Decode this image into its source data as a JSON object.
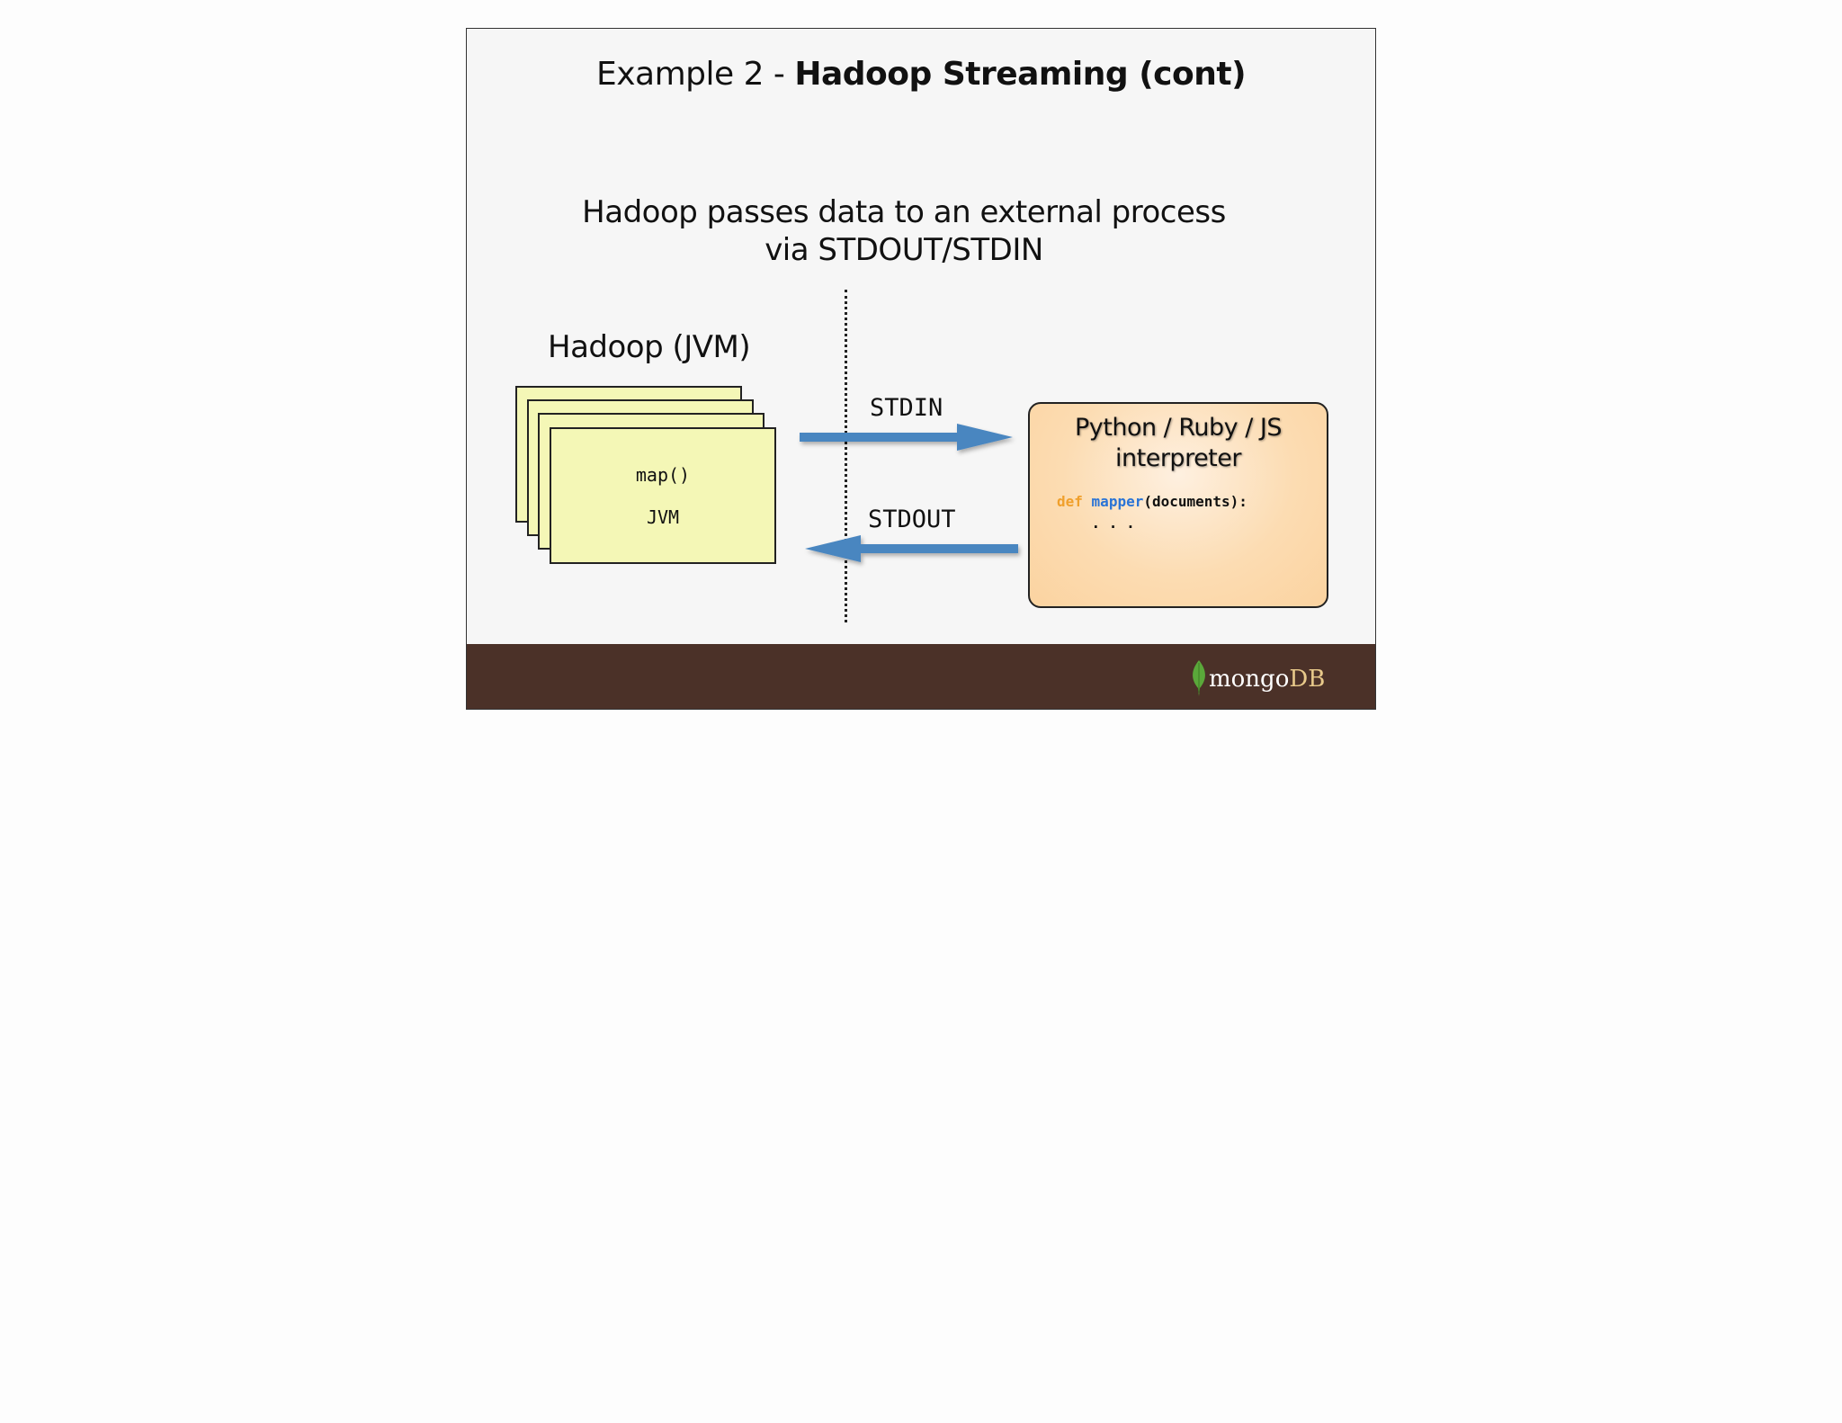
{
  "slide": {
    "title_prefix": "Example 2 - ",
    "title_bold": "Hadoop Streaming (cont)",
    "subtitle_line1": "Hadoop passes data to an external process",
    "subtitle_line2": "via STDOUT/STDIN"
  },
  "hadoop": {
    "label": "Hadoop (JVM)",
    "card_map": "map()",
    "card_jvm": "JVM",
    "card_color": "#f4f7b6"
  },
  "arrows": {
    "stdin_label": "STDIN",
    "stdout_label": "STDOUT",
    "color": "#4a86c0"
  },
  "interpreter": {
    "title_line1": "Python / Ruby / JS",
    "title_line2": "interpreter",
    "code_def": "def",
    "code_fn": "mapper",
    "code_args": "(documents):",
    "code_line2": "    . . .",
    "color": "#fcdcb2"
  },
  "footer": {
    "logo_mongo": "mongo",
    "logo_db": "DB",
    "background": "#4b3128"
  }
}
